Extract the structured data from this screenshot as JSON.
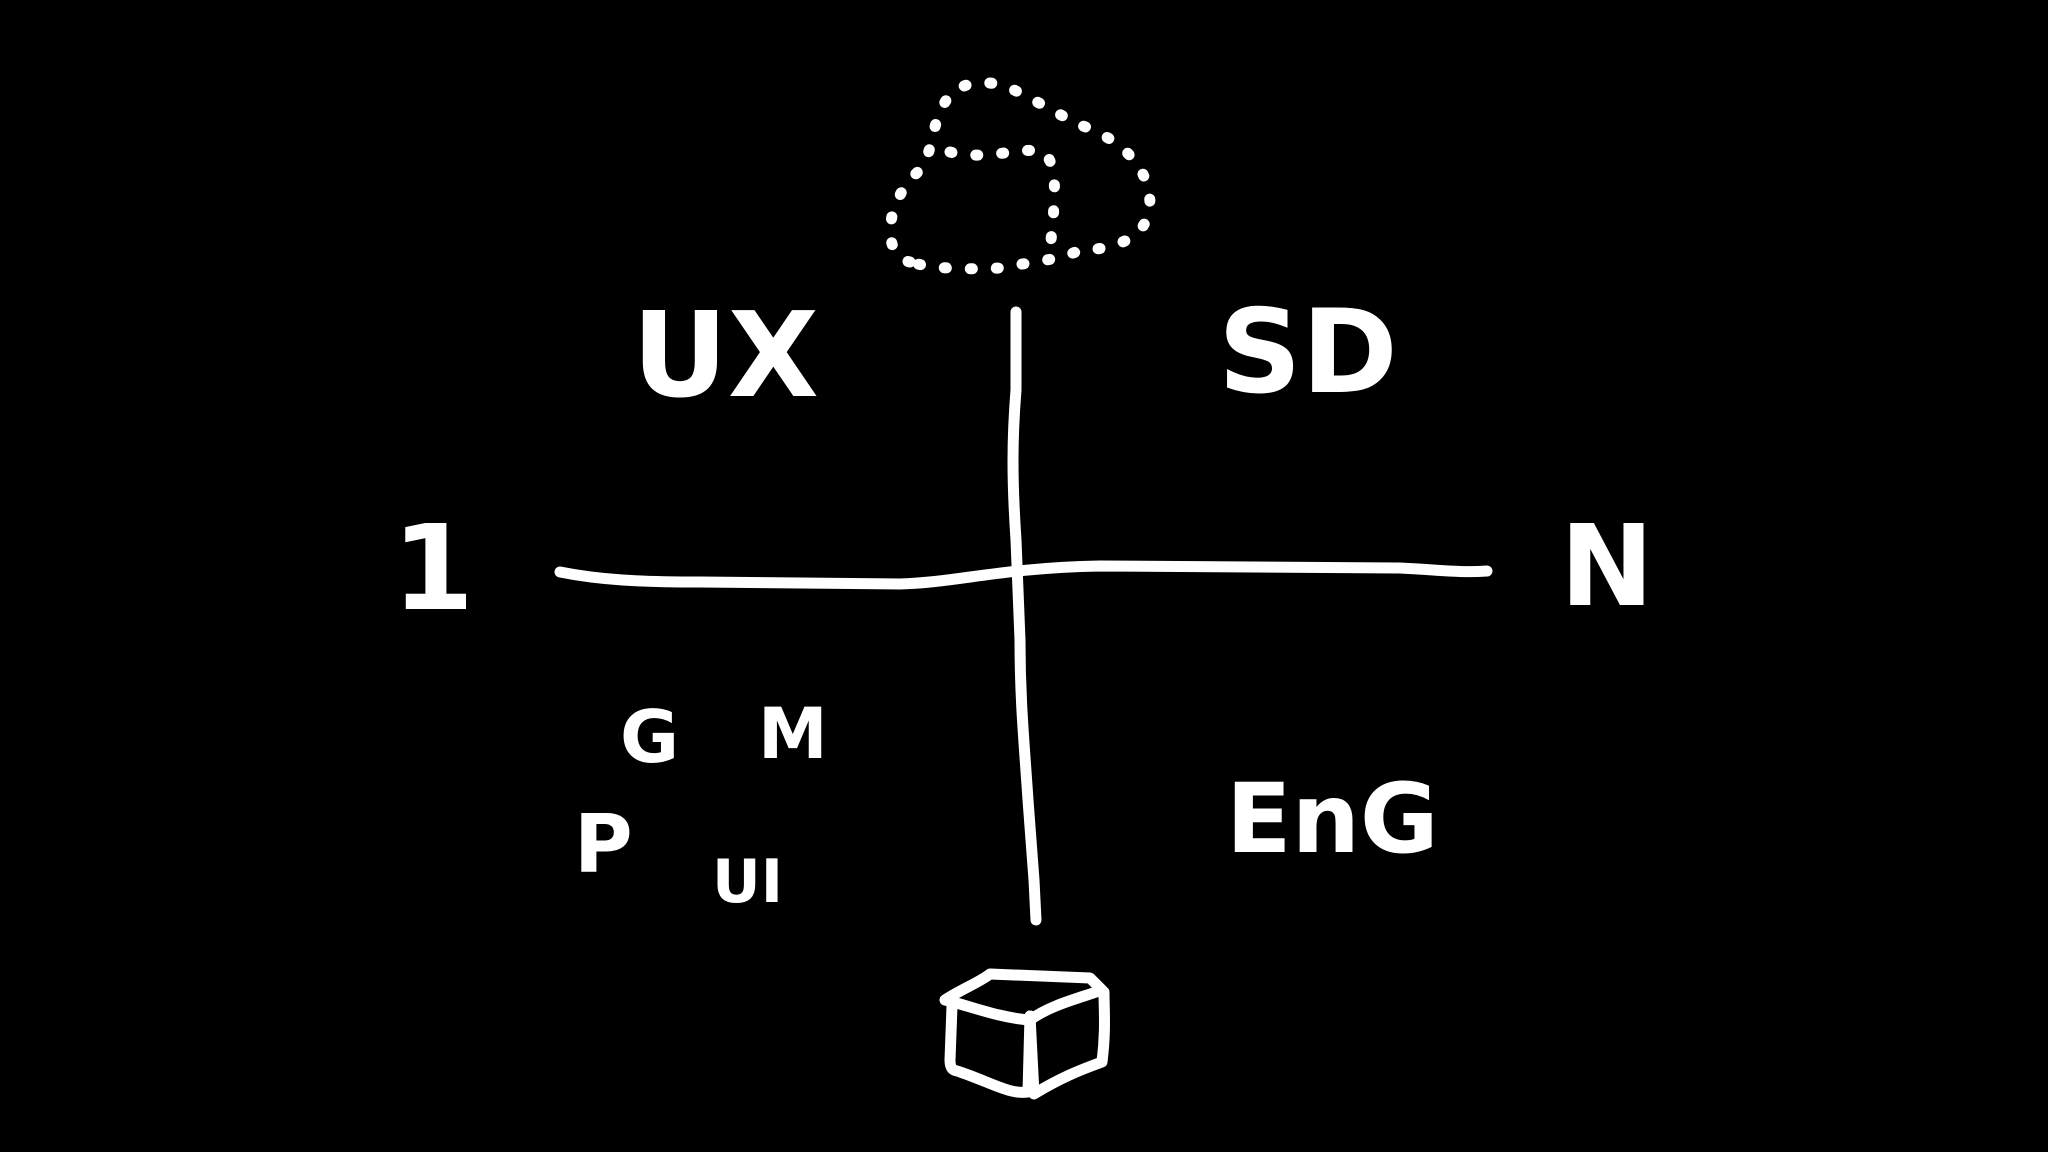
{
  "colors": {
    "background": "#000000",
    "ink": "#ffffff"
  },
  "diagram": {
    "axis_labels": {
      "left": "1",
      "right": "N"
    },
    "quadrants": {
      "top_left": [
        "UX"
      ],
      "top_right": [
        "SD"
      ],
      "bottom_left": [
        "G",
        "M",
        "P",
        "UI"
      ],
      "bottom_right": [
        "EnG"
      ]
    },
    "icons": {
      "top": "dotted-cloud-icon",
      "bottom": "box-cube-icon"
    }
  }
}
